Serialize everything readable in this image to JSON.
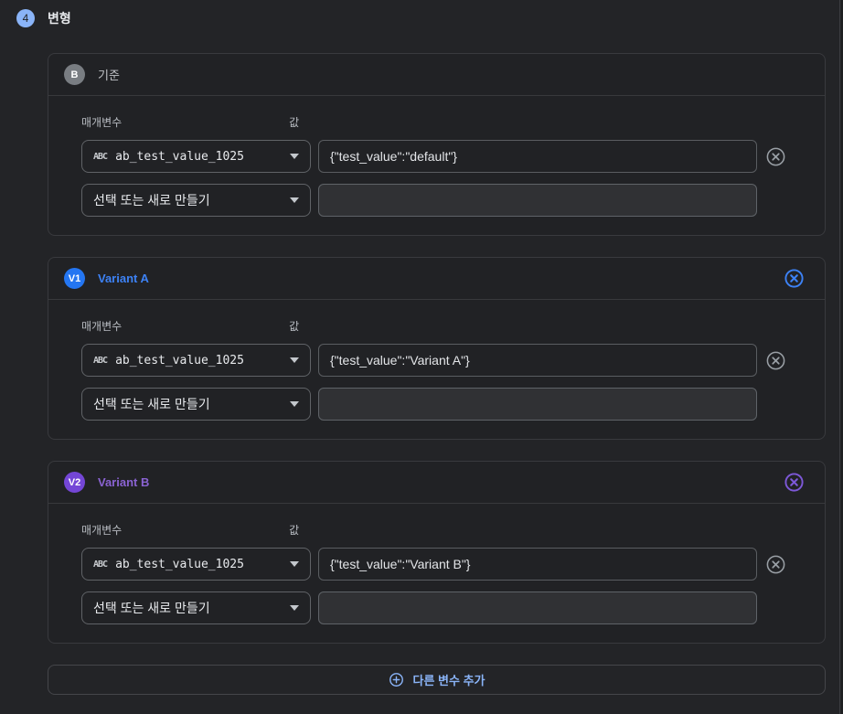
{
  "colors": {
    "page_background": "#232427",
    "card_background": "#212225",
    "accent_blue": "#8ab4f8",
    "variant_a_blue": "#3d82f5",
    "variant_a_badge": "#2476f2",
    "variant_b_purple": "#8a63d2",
    "variant_b_badge": "#7446d6",
    "baseline_badge_gray": "#797d82",
    "clear_icon_gray": "#9aa0a6"
  },
  "step": {
    "number": "4",
    "title": "변형"
  },
  "labels": {
    "parameter": "매개변수",
    "value": "값",
    "select_or_create": "선택 또는 새로 만들기",
    "param_type_badge": "ABC"
  },
  "icons": {
    "remove_variant": "circle-x-icon",
    "clear_value": "circle-x-icon",
    "add": "plus-circle-icon",
    "dropdown": "chevron-down-icon"
  },
  "variants": [
    {
      "badge": "B",
      "title": "기준",
      "param_name": "ab_test_value_1025",
      "value": "{\"test_value\":\"default\"}",
      "second_value": "",
      "removable": false
    },
    {
      "badge": "V1",
      "title": "Variant A",
      "param_name": "ab_test_value_1025",
      "value": "{\"test_value\":\"Variant A\"}",
      "second_value": "",
      "removable": true
    },
    {
      "badge": "V2",
      "title": "Variant B",
      "param_name": "ab_test_value_1025",
      "value": "{\"test_value\":\"Variant B\"}",
      "second_value": "",
      "removable": true
    }
  ],
  "add_button": {
    "label": "다른 변수 추가"
  }
}
